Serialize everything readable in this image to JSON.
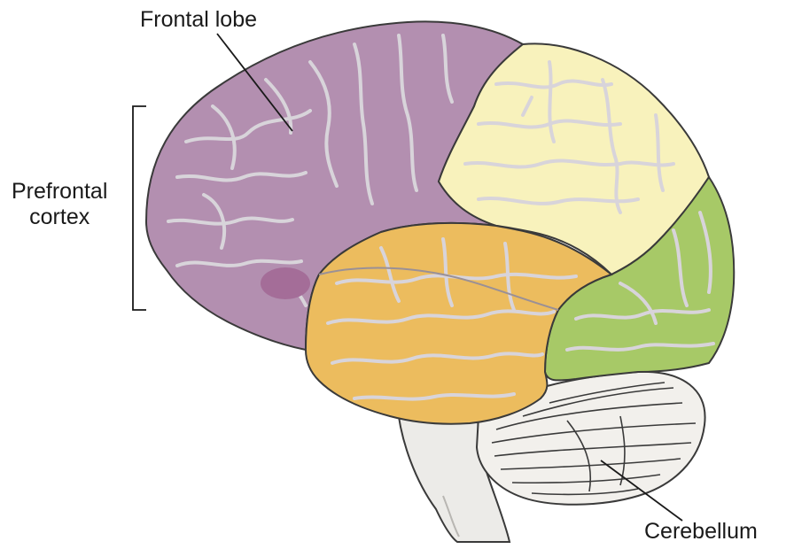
{
  "labels": {
    "frontal_lobe": "Frontal lobe",
    "prefrontal_line1": "Prefrontal",
    "prefrontal_line2": "cortex",
    "cerebellum": "Cerebellum"
  },
  "colors": {
    "frontal_lobe": "#b38fb0",
    "parietal_lobe": "#f8f2bc",
    "temporal_lobe": "#ecbc5e",
    "occipital_lobe": "#a7c967",
    "cerebellum": "#f2f0ec",
    "brainstem": "#ecebe8",
    "sulcus": "#d8d4da",
    "outline": "#3a3a3a",
    "label_text": "#1a1a1a"
  }
}
